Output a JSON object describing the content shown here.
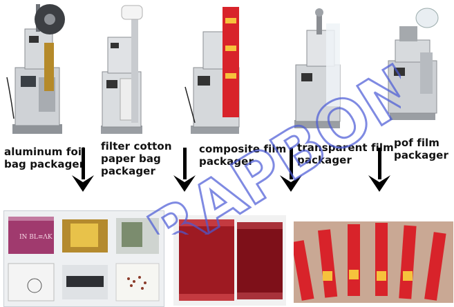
{
  "machines": [
    {
      "label": "aluminum foil\nbag packager"
    },
    {
      "label": "filter cotton\npaper bag\npackager"
    },
    {
      "label": "composite film\npackager"
    },
    {
      "label": "transparent film\npackager"
    },
    {
      "label": "pof film\npackager"
    }
  ],
  "watermark": {
    "text": "RAPBON",
    "color": "#4a5ad6"
  },
  "colors": {
    "steel": "#c9ccd0",
    "red_film": "#d8232a",
    "arrow": "#000000"
  }
}
